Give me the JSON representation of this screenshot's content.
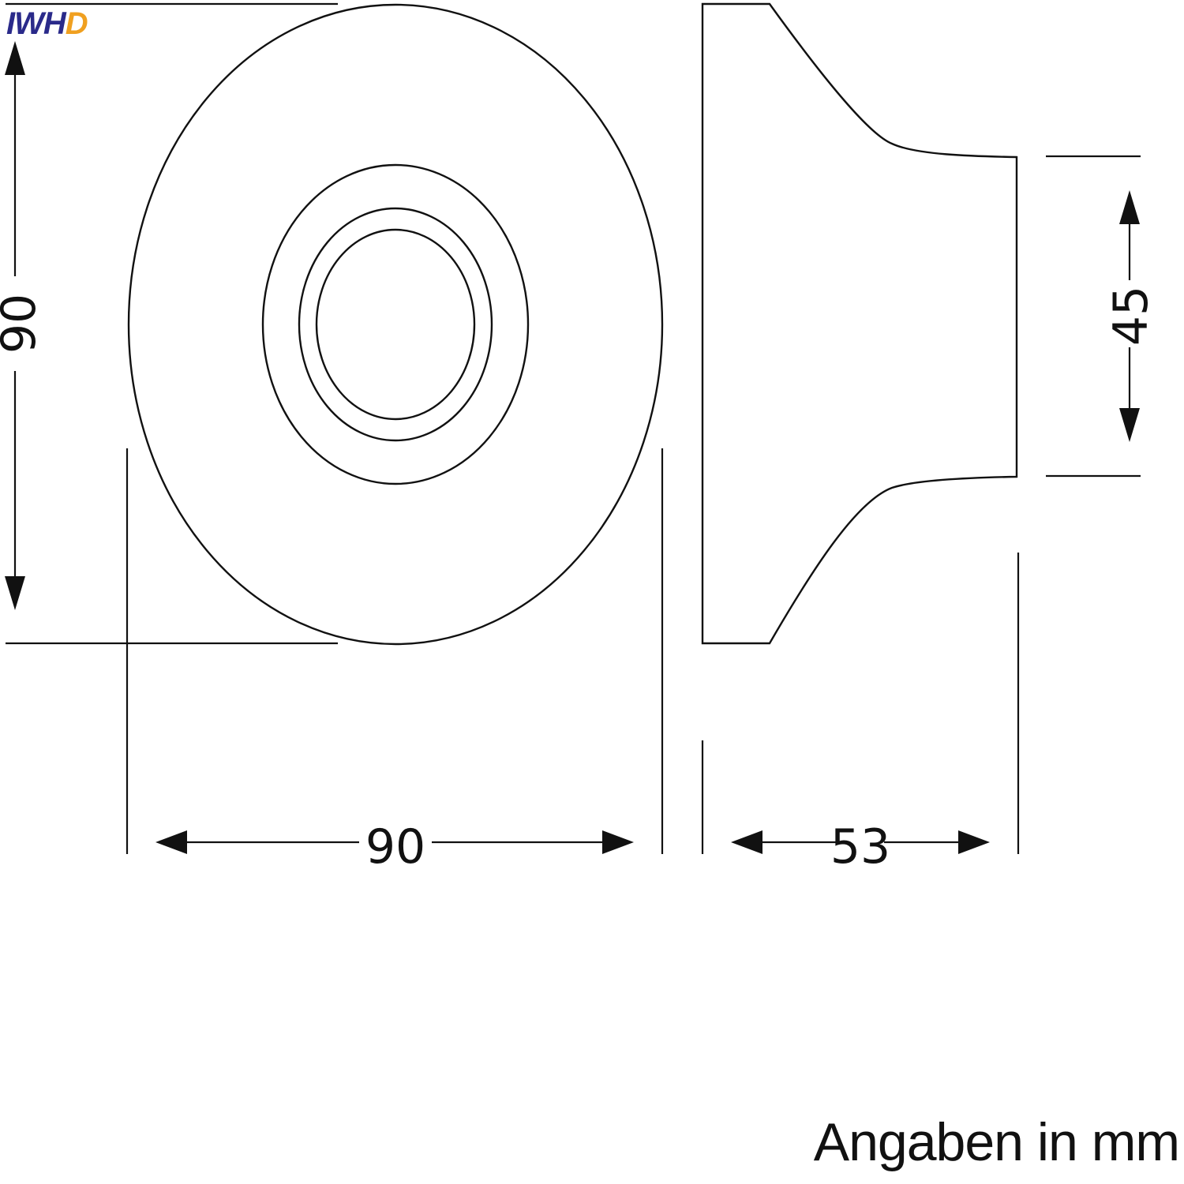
{
  "logo": {
    "text_main": "IWH",
    "text_accent": "D",
    "color_main": "#2a2a8a",
    "color_accent": "#f0a020"
  },
  "dimensions": {
    "front_height": "90",
    "front_width": "90",
    "side_depth": "53",
    "neck_height": "45"
  },
  "note": "Angaben in mm"
}
